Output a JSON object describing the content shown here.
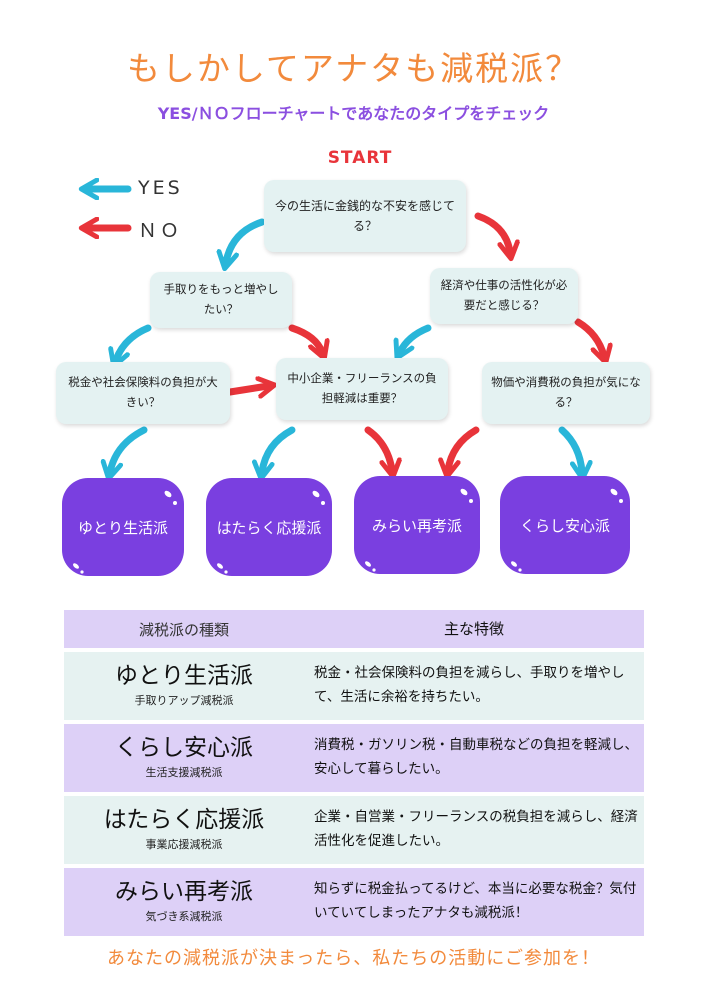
{
  "title": "もしかしてアナタも減税派？",
  "subtitle": "YES/ＮＯフローチャートであなたのタイプをチェック",
  "start": "START",
  "legend": {
    "yes": "YES",
    "no": "ＮＯ",
    "yes_color": "#29b6d9",
    "no_color": "#e8343a"
  },
  "questions": {
    "q1": "今の生活に金銭的な不安を感じてる？",
    "q2": "手取りをもっと増やしたい？",
    "q3": "経済や仕事の活性化が必要だと感じる？",
    "q4": "税金や社会保険料の負担が大きい？",
    "q5": "中小企業・フリーランスの負担軽減は重要？",
    "q6": "物価や消費税の負担が気になる？"
  },
  "results": {
    "r1": "ゆとり生活派",
    "r2": "はたらく応援派",
    "r3": "みらい再考派",
    "r4": "くらし安心派"
  },
  "table": {
    "header_type": "減税派の種類",
    "header_features": "主な特徴",
    "rows": [
      {
        "name": "ゆとり生活派",
        "sub": "手取りアップ減税派",
        "desc": "税金・社会保険料の負担を減らし、手取りを増やして、生活に余裕を持ちたい。"
      },
      {
        "name": "くらし安心派",
        "sub": "生活支援減税派",
        "desc": "消費税・ガソリン税・自動車税などの負担を軽減し、安心して暮らしたい。"
      },
      {
        "name": "はたらく応援派",
        "sub": "事業応援減税派",
        "desc": "企業・自営業・フリーランスの税負担を減らし、経済活性化を促進したい。"
      },
      {
        "name": "みらい再考派",
        "sub": "気づき系減税派",
        "desc": "知らずに税金払ってるけど、本当に必要な税金？気付いていてしまったアナタも減税派！"
      }
    ]
  },
  "footer": "あなたの減税派が決まったら、私たちの活動にご参加を！",
  "colors": {
    "accent_orange": "#f28a3c",
    "accent_purple": "#8b4fe0",
    "result_purple": "#7a3fe0"
  }
}
